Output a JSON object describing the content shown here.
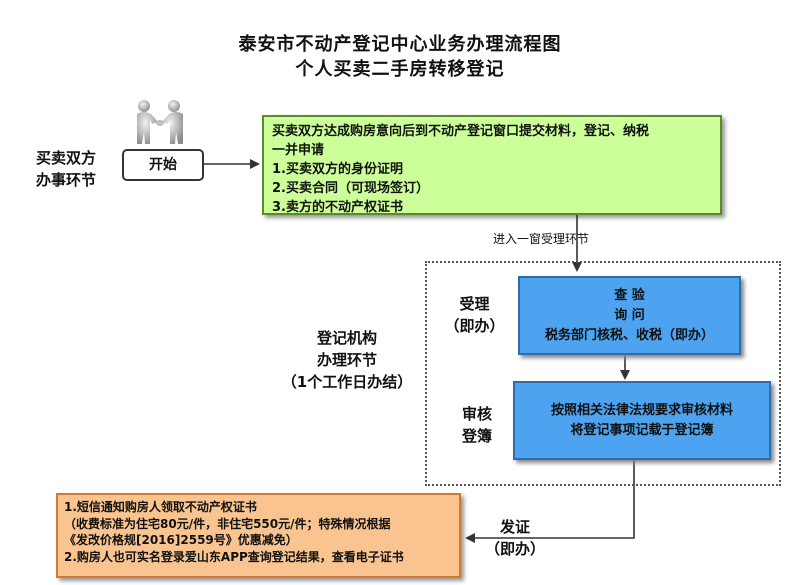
{
  "title": {
    "line1": "泰安市不动产登记中心业务办理流程图",
    "line2": "个人买卖二手房转移登记"
  },
  "left_label": {
    "line1": "买卖双方",
    "line2": "办事环节"
  },
  "start": {
    "label": "开始"
  },
  "submit_box": {
    "lines": [
      "买卖双方达成购房意向后到不动产登记窗口提交材料，登记、纳税",
      "一并申请",
      "1.买卖双方的身份证明",
      "2.买卖合同（可现场签订）",
      "3.卖方的不动产权证书"
    ]
  },
  "enter_window": {
    "label": "进入一窗受理环节"
  },
  "agency_label": {
    "line1": "登记机构",
    "line2": "办理环节",
    "line3": "（1个工作日办结）"
  },
  "accept": {
    "label_line1": "受理",
    "label_line2": "（即办）",
    "box_lines": [
      "查  验",
      "询  问",
      "税务部门核税、收税（即办）"
    ]
  },
  "review": {
    "label_line1": "审核",
    "label_line2": "登簿",
    "box_lines": [
      "按照相关法律法规要求审核材料",
      "将登记事项记载于登记簿"
    ]
  },
  "issue": {
    "label_line1": "发证",
    "label_line2": "（即办）"
  },
  "notice_box": {
    "lines": [
      "1.短信通知购房人领取不动产权证书",
      "（收费标准为住宅80元/件，非住宅550元/件；特殊情况根据",
      "《发改价格规[2016]2559号》优惠减免）",
      "2.购房人也可实名登录爱山东APP查询登记结果，查看电子证书"
    ]
  },
  "colors": {
    "green_box": "#ccff99",
    "blue_box": "#4da3ef",
    "orange_box": "#f9c48f"
  }
}
